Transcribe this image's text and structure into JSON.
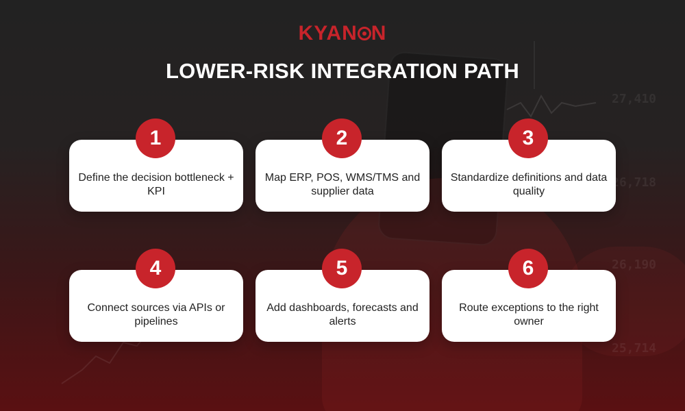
{
  "brand": {
    "logo_text": "KYANON",
    "accent_color": "#c8242b"
  },
  "title": "LOWER-RISK INTEGRATION PATH",
  "steps": [
    {
      "number": "1",
      "text": "Define the decision bottleneck + KPI"
    },
    {
      "number": "2",
      "text": "Map ERP, POS, WMS/TMS and supplier data"
    },
    {
      "number": "3",
      "text": "Standardize definitions and data quality"
    },
    {
      "number": "4",
      "text": "Connect sources via APIs or pipelines"
    },
    {
      "number": "5",
      "text": "Add dashboards, forecasts and alerts"
    },
    {
      "number": "6",
      "text": "Route exceptions to the right owner"
    }
  ],
  "background_figures": [
    "27,410",
    "26,718",
    "26,190",
    "25,714"
  ]
}
